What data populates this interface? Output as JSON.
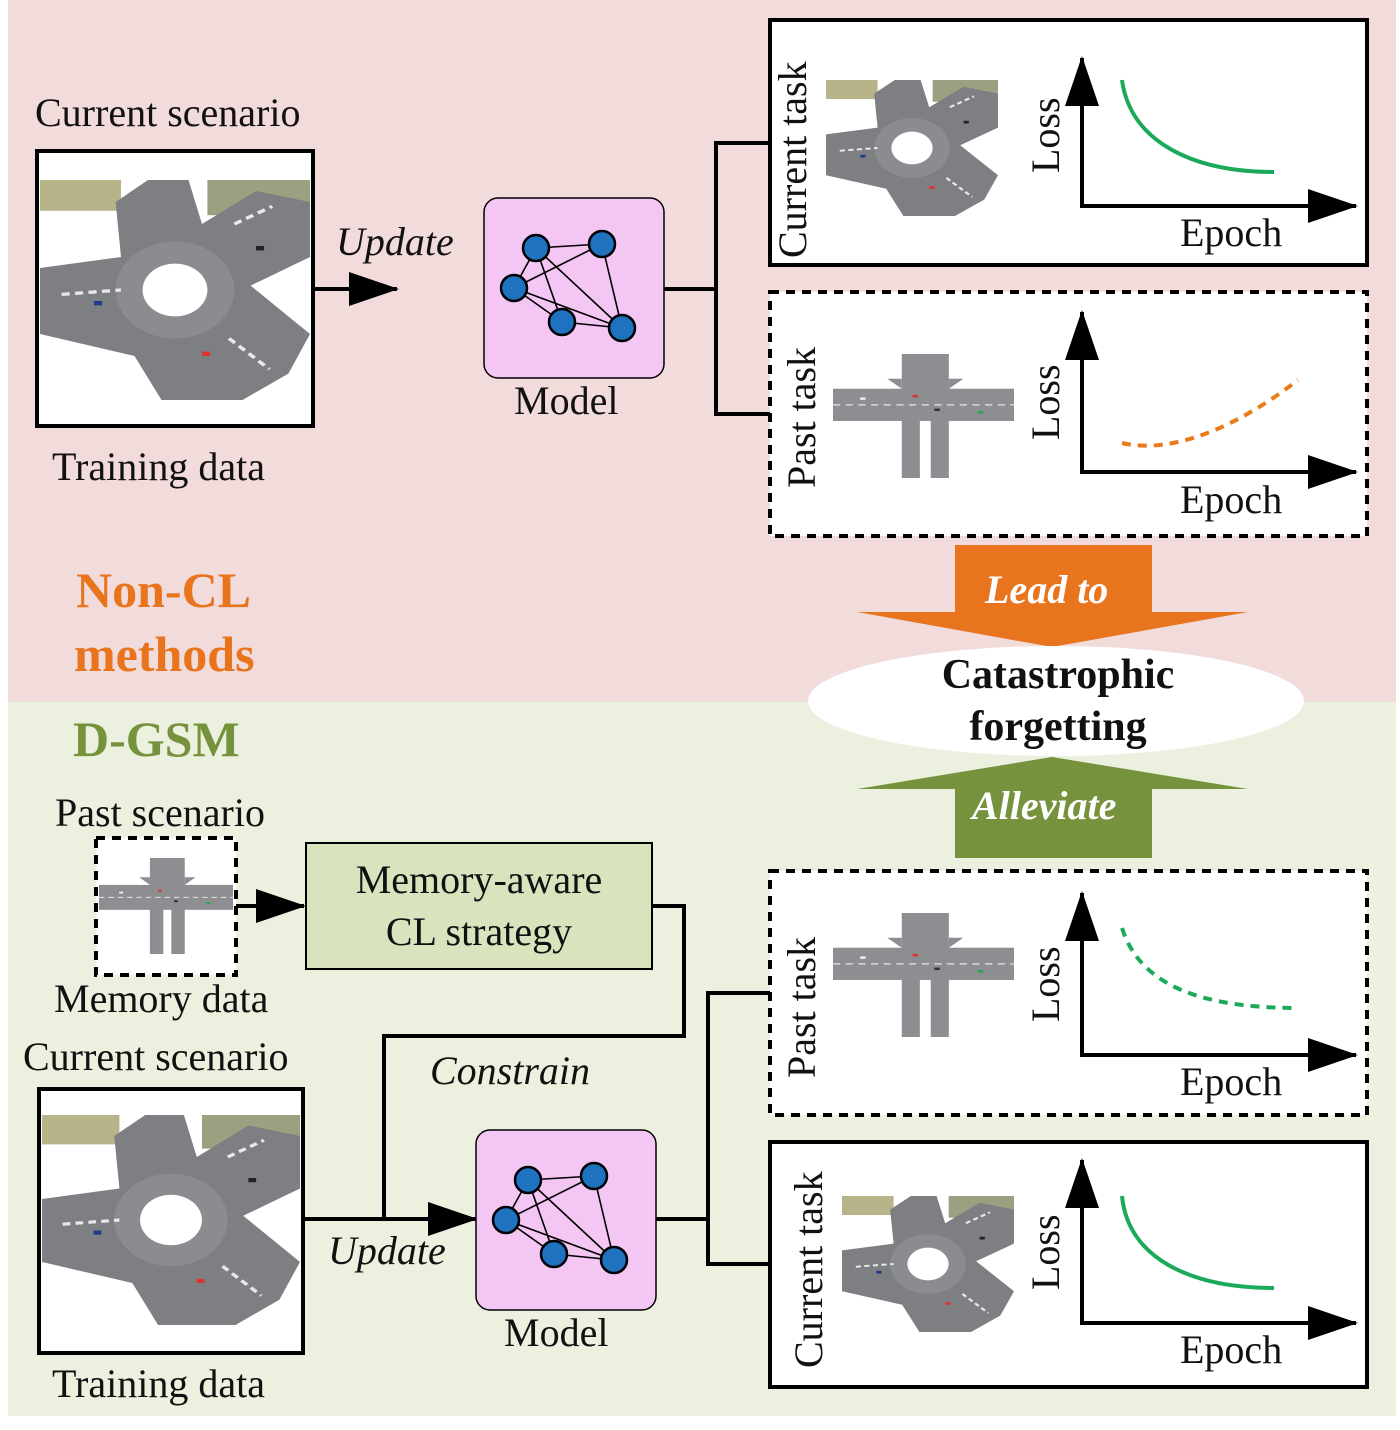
{
  "top": {
    "scenario_label": "Current scenario",
    "data_label": "Training data",
    "update_label": "Update",
    "model_label": "Model",
    "current_task_label": "Current task",
    "past_task_label": "Past task",
    "loss_label": "Loss",
    "epoch_label": "Epoch",
    "section_line1": "Non-CL",
    "section_line2": "methods"
  },
  "middle": {
    "lead_to_label": "Lead to",
    "catastrophic_line1": "Catastrophic",
    "catastrophic_line2": "forgetting",
    "alleviate_label": "Alleviate"
  },
  "bottom": {
    "section_label": "D-GSM",
    "past_scenario_label": "Past scenario",
    "memory_label": "Memory data",
    "strategy_line1": "Memory-aware",
    "strategy_line2": "CL strategy",
    "constrain_label": "Constrain",
    "scenario_label": "Current scenario",
    "data_label": "Training data",
    "update_label": "Update",
    "model_label": "Model",
    "past_task_label": "Past task",
    "current_task_label": "Current task",
    "loss_label": "Loss",
    "epoch_label": "Epoch"
  },
  "colors": {
    "top_bg": "#f2dcdb",
    "bottom_bg": "#ebf1de",
    "orange": "#e8741e",
    "green": "#76923c",
    "model_fill": "#f4c6f4",
    "node": "#1f72c0",
    "strategy_fill": "#d7e4bd",
    "curve_green": "#1aaa5a",
    "curve_orange": "#ea7a1a"
  }
}
